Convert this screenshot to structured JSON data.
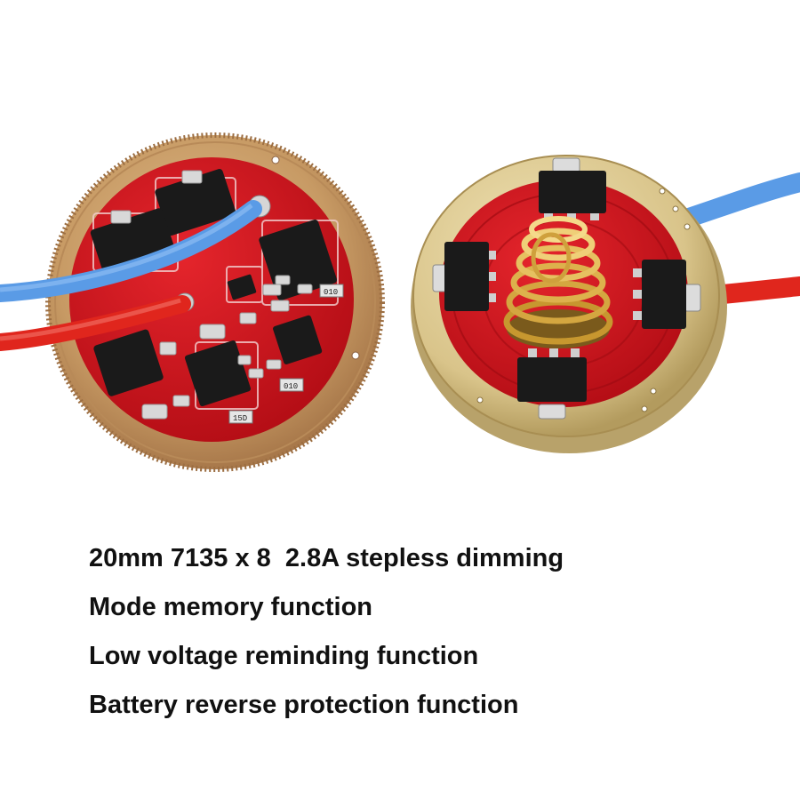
{
  "product_photo": {
    "left_board": {
      "view": "component side",
      "wires": [
        "blue",
        "red"
      ],
      "marking_labels": [
        "010",
        "010",
        "15D"
      ]
    },
    "right_board": {
      "view": "spring side",
      "wires": [
        "blue",
        "red"
      ]
    }
  },
  "features": [
    "20mm 7135 x 8  2.8A stepless dimming",
    "Mode memory function",
    "Low voltage reminding function",
    "Battery reverse protection function"
  ],
  "colors": {
    "background": "#ffffff",
    "pcb_red": "#d0121b",
    "copper_ring": "#c79a64",
    "brass_ring": "#d9c48a",
    "wire_blue": "#5a9be6",
    "wire_red": "#e0261d",
    "chip_black": "#1a1a1a",
    "text": "#111111"
  }
}
